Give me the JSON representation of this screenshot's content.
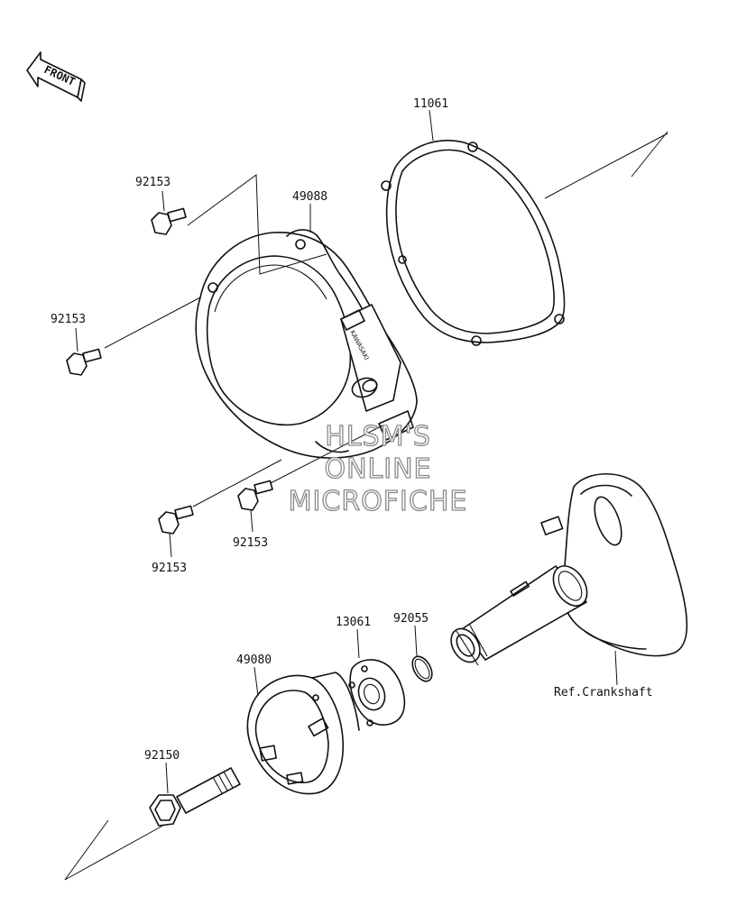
{
  "front_label": "FRONT",
  "cover_brand": "KAWASAKI",
  "parts": {
    "p11061": "11061",
    "p49088": "49088",
    "p92153_a": "92153",
    "p92153_b": "92153",
    "p92153_c": "92153",
    "p92153_d": "92153",
    "p13061": "13061",
    "p92055": "92055",
    "p49080": "49080",
    "p92150": "92150",
    "ref_crankshaft": "Ref.Crankshaft"
  },
  "watermark": {
    "line1": "HLSM'S",
    "line2": "ONLINE",
    "line3": "MICROFICHE"
  },
  "colors": {
    "ink": "#111111",
    "watermark_outline": "#8a8a8a",
    "background": "#ffffff"
  }
}
